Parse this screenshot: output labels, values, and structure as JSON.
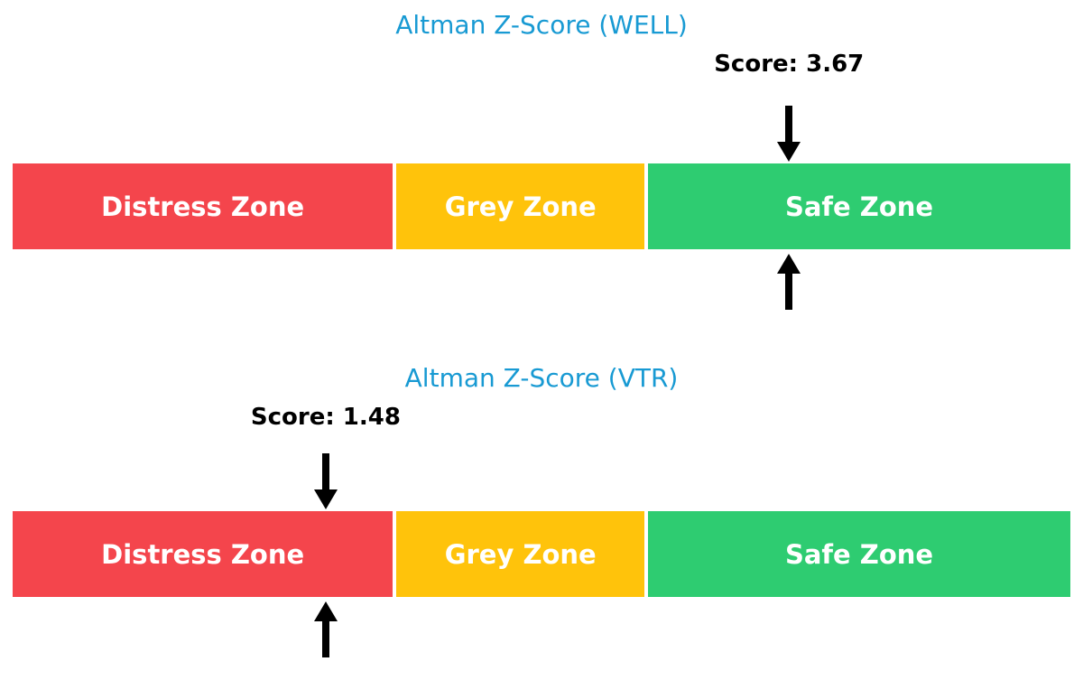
{
  "page": {
    "background": "#ffffff"
  },
  "colors": {
    "title_text": "#189ad3",
    "score_text": "#000000",
    "zone_label_text": "#ffffff",
    "arrow": "#000000",
    "distress_zone": "#f4454c",
    "grey_zone": "#ffc30b",
    "safe_zone": "#2ecc71"
  },
  "chart_data": [
    {
      "type": "bar",
      "title": "Altman Z-Score (WELL)",
      "score": 3.67,
      "score_label": "Score: 3.67",
      "axis_min": 0,
      "axis_max": 5,
      "legend_position": "none",
      "grid": false,
      "zones": [
        {
          "label": "Distress Zone",
          "from": 0,
          "to": 1.81,
          "color": "#f4454c"
        },
        {
          "label": "Grey Zone",
          "from": 1.81,
          "to": 2.99,
          "color": "#ffc30b"
        },
        {
          "label": "Safe Zone",
          "from": 2.99,
          "to": 5,
          "color": "#2ecc71"
        }
      ]
    },
    {
      "type": "bar",
      "title": "Altman Z-Score (VTR)",
      "score": 1.48,
      "score_label": "Score: 1.48",
      "axis_min": 0,
      "axis_max": 5,
      "legend_position": "none",
      "grid": false,
      "zones": [
        {
          "label": "Distress Zone",
          "from": 0,
          "to": 1.81,
          "color": "#f4454c"
        },
        {
          "label": "Grey Zone",
          "from": 1.81,
          "to": 2.99,
          "color": "#ffc30b"
        },
        {
          "label": "Safe Zone",
          "from": 2.99,
          "to": 5,
          "color": "#2ecc71"
        }
      ]
    }
  ]
}
